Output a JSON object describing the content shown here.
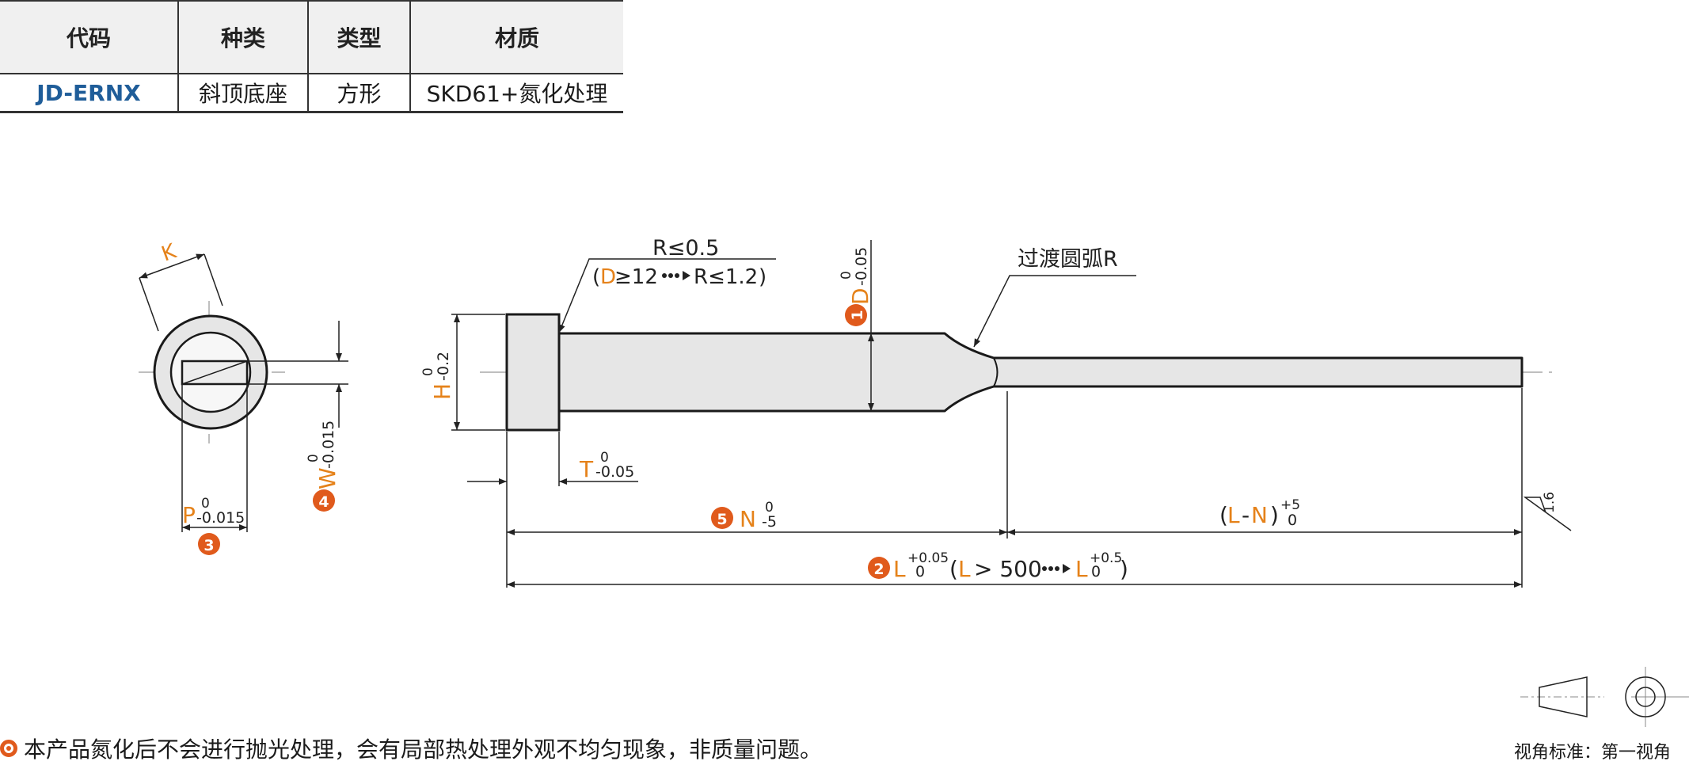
{
  "table": {
    "headers": [
      "代码",
      "种类",
      "类型",
      "材质"
    ],
    "row": [
      "JD-ERNX",
      "斜顶底座",
      "方形",
      "SKD61+氮化处理"
    ]
  },
  "labels": {
    "k": "K",
    "r_head": "R≤0.5",
    "r_cond_open": "(",
    "r_cond_d": "D",
    "r_cond_mid": "≥12",
    "r_cond_r": "R≤1.2",
    "r_cond_close": ")",
    "fillet": "过渡圆弧R",
    "d_letter": "D",
    "d_tol_upper": "0",
    "d_tol_lower": "-0.05",
    "h_letter": "H",
    "h_tol_upper": "0",
    "h_tol_lower": "-0.2",
    "t_letter": "T",
    "t_tol_upper": "0",
    "t_tol_lower": "-0.05",
    "w_letter": "W",
    "w_tol_upper": "0",
    "w_tol_lower": "-0.015",
    "p_letter": "P",
    "p_tol_upper": "0",
    "p_tol_lower": "-0.015",
    "n_letter": "N",
    "n_tol_upper": "0",
    "n_tol_lower": "-5",
    "ln_open": "(",
    "ln_l": "L",
    "ln_dash": "-",
    "ln_n": "N",
    "ln_close": ")",
    "ln_tol_upper": "+5",
    "ln_tol_lower": "0",
    "l_letter": "L",
    "l_tol_upper": "+0.05",
    "l_tol_lower": "0",
    "l_cond_open": "(",
    "l_cond_l": "L",
    "l_cond_mid": "> 500",
    "l_cond_l2": "L",
    "l_cond_tol_upper": "+0.5",
    "l_cond_tol_lower": "0",
    "l_cond_close": ")",
    "roughness": "1.6",
    "n1": "1",
    "n2": "2",
    "n3": "3",
    "n4": "4",
    "n5": "5"
  },
  "colors": {
    "accent": "#e5821a",
    "badge": "#e05a1c",
    "code": "#1f5d99"
  },
  "note": "本产品氮化后不会进行抛光处理，会有局部热处理外观不均匀现象，非质量问题。",
  "view_standard": "视角标准：第一视角"
}
